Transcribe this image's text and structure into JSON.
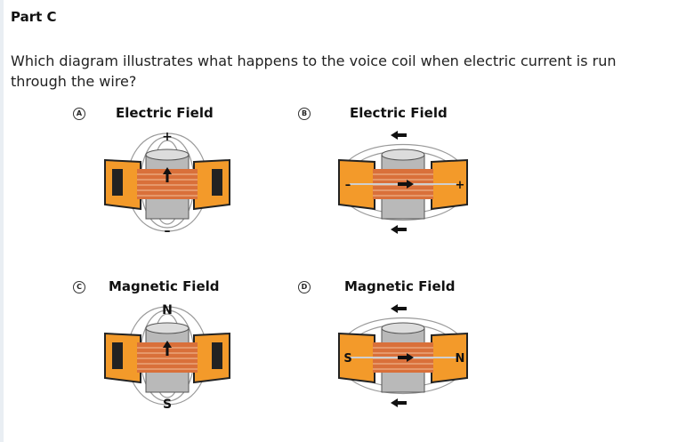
{
  "part": {
    "title": "Part C"
  },
  "question": "Which diagram illustrates what happens to the voice coil when electric current is run through the wire?",
  "options": [
    {
      "letter": "A",
      "title": "Electric Field",
      "top_label": "+",
      "bottom_label": "–",
      "field": "vertical"
    },
    {
      "letter": "B",
      "title": "Electric Field",
      "left_label": "–",
      "right_label": "+",
      "field": "horizontal"
    },
    {
      "letter": "C",
      "title": "Magnetic Field",
      "top_label": "N",
      "bottom_label": "S",
      "field": "vertical"
    },
    {
      "letter": "D",
      "title": "Magnetic Field",
      "left_label": "S",
      "right_label": "N",
      "field": "horizontal"
    }
  ],
  "colors": {
    "magnet": "#f39a2a",
    "coil": "#d9703a",
    "core": "#b9b9b9",
    "field_line": "#9a9a9a"
  }
}
